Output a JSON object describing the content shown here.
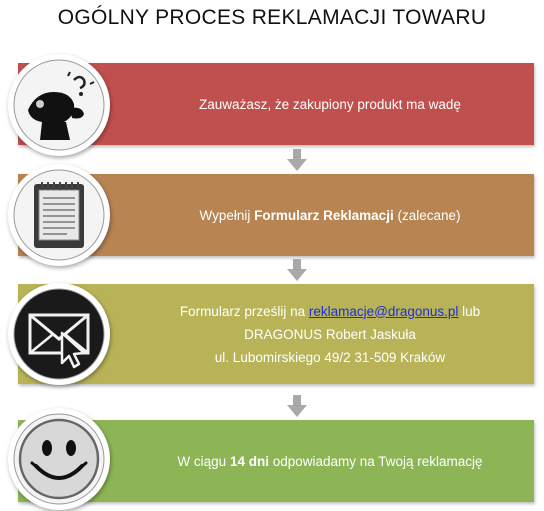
{
  "title": "OGÓLNY PROCES REKLAMACJI TOWARU",
  "colors": {
    "step1": "#c0504d",
    "step2": "#b88452",
    "step3": "#b8b357",
    "step4": "#8db556",
    "arrow": "#a9a9a9",
    "link": "#1e2fd6"
  },
  "steps": [
    {
      "text": "Zauważasz, że zakupiony produkt ma wadę",
      "icon": "person-thinking-icon"
    },
    {
      "pre": "Wypełnij ",
      "bold": "Formularz  Reklamacji",
      "post": " (zalecane)",
      "icon": "notepad-icon"
    },
    {
      "line1_pre": "Formularz prześlij na ",
      "line1_link": "reklamacje@dragonus.pl",
      "line1_post": " lub",
      "line2": "DRAGONUS Robert  Jaskuła",
      "line3": "ul. Lubomirskiego 49/2   31-509 Kraków",
      "icon": "envelope-icon"
    },
    {
      "pre": "W ciągu ",
      "bold": "14 dni",
      "post": " odpowiadamy na  Twoją reklamację",
      "icon": "smiley-face-icon"
    }
  ]
}
